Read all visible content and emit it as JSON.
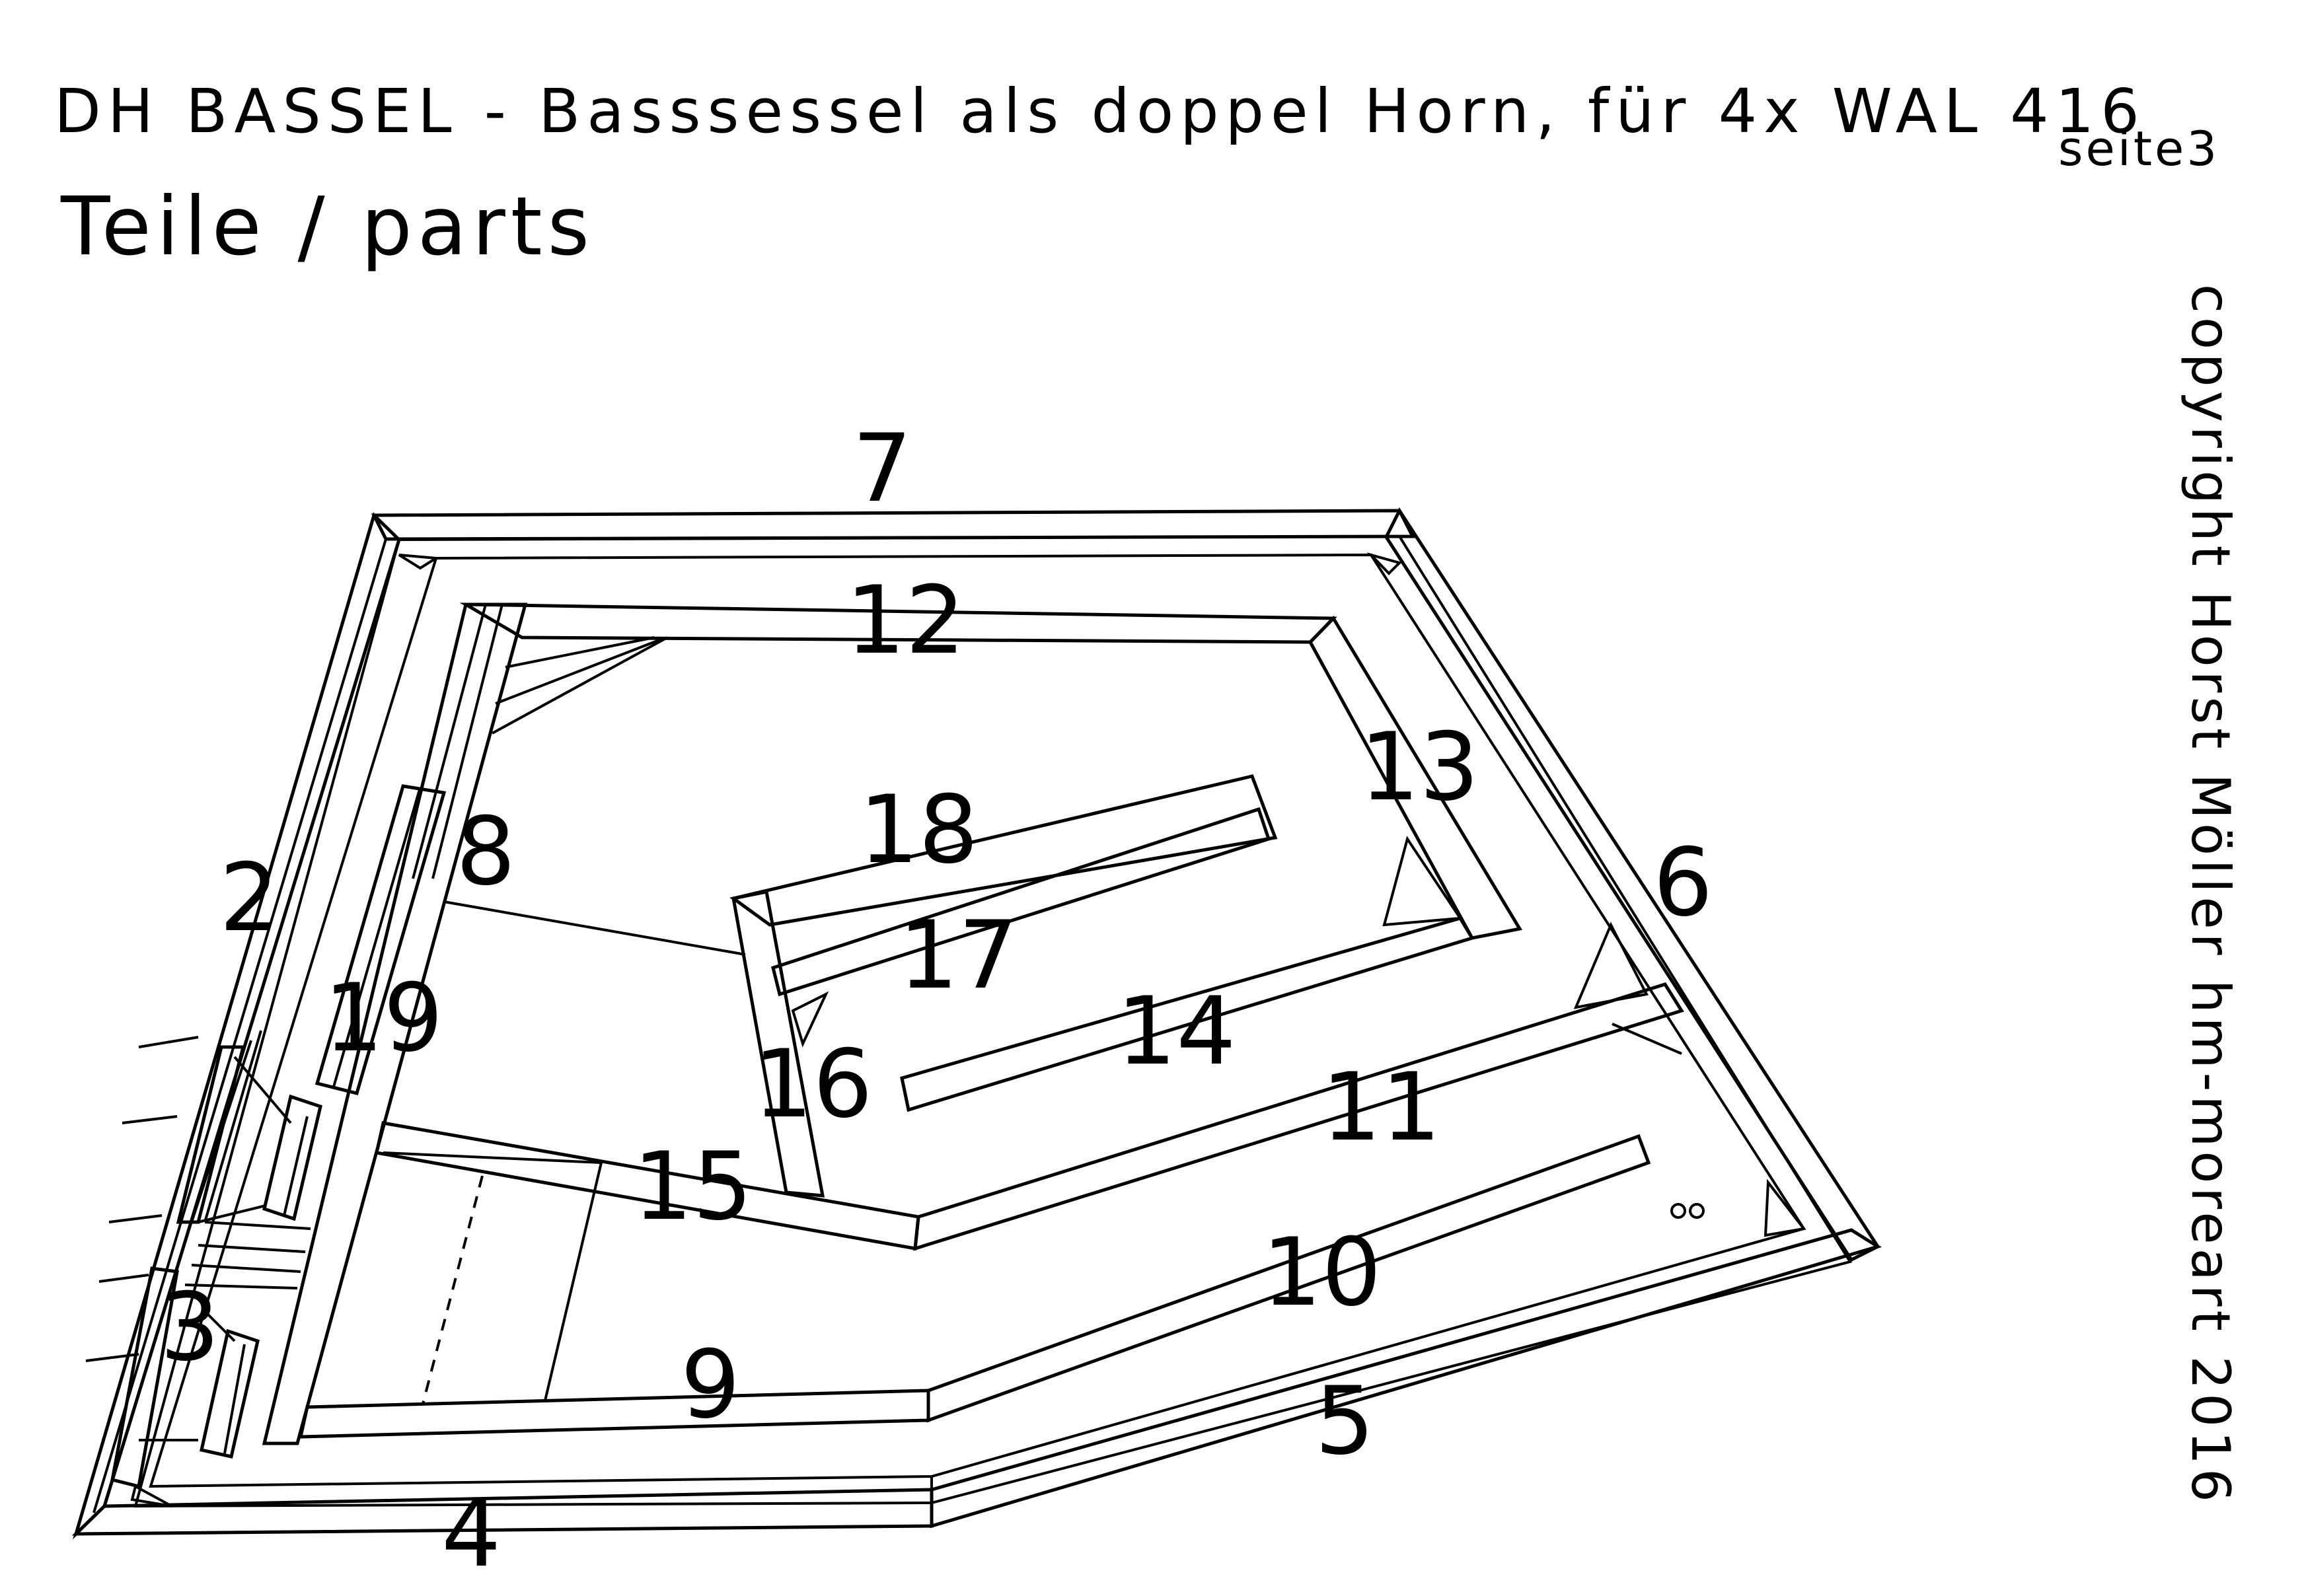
{
  "header": {
    "title": "DH BASSEL - Basssessel als doppel Horn, für 4x WAL 416",
    "subtitle": "Teile / parts",
    "page_label": "seite3"
  },
  "copyright": "copyright Horst Möller hm-moreart 2016",
  "part_labels": {
    "p2": "2",
    "p3": "3",
    "p4": "4",
    "p5": "5",
    "p6": "6",
    "p7": "7",
    "p8": "8",
    "p9": "9",
    "p10": "10",
    "p11": "11",
    "p12": "12",
    "p13": "13",
    "p14": "14",
    "p15": "15",
    "p16": "16",
    "p17": "17",
    "p18": "18",
    "p19": "19"
  }
}
